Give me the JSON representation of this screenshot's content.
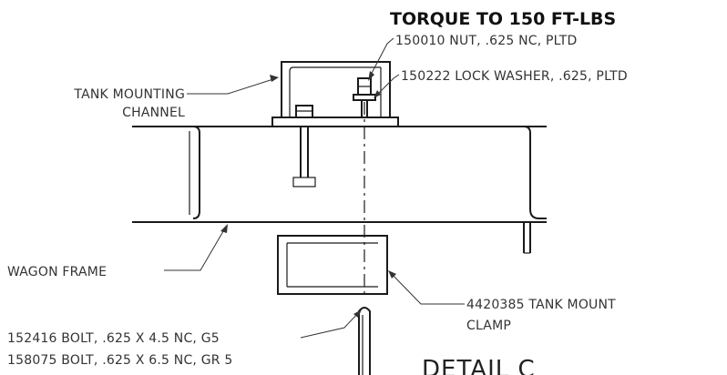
{
  "note": "TORQUE TO 150 FT-LBS",
  "labels": {
    "nut": "150010 NUT, .625 NC, PLTD",
    "lock_washer": "150222 LOCK WASHER, .625, PLTD",
    "channel_line1": "TANK MOUNTING",
    "channel_line2": "CHANNEL",
    "wagon_frame": "WAGON FRAME",
    "clamp_line1": "4420385 TANK MOUNT",
    "clamp_line2": "CLAMP",
    "bolt_1": "152416 BOLT, .625 X 4.5 NC, G5",
    "bolt_2": "158075 BOLT, .625 X 6.5 NC, GR 5",
    "detail": "DETAIL C"
  },
  "colors": {
    "line": "#1a1a1a",
    "text": "#333333",
    "background": "#ffffff"
  }
}
